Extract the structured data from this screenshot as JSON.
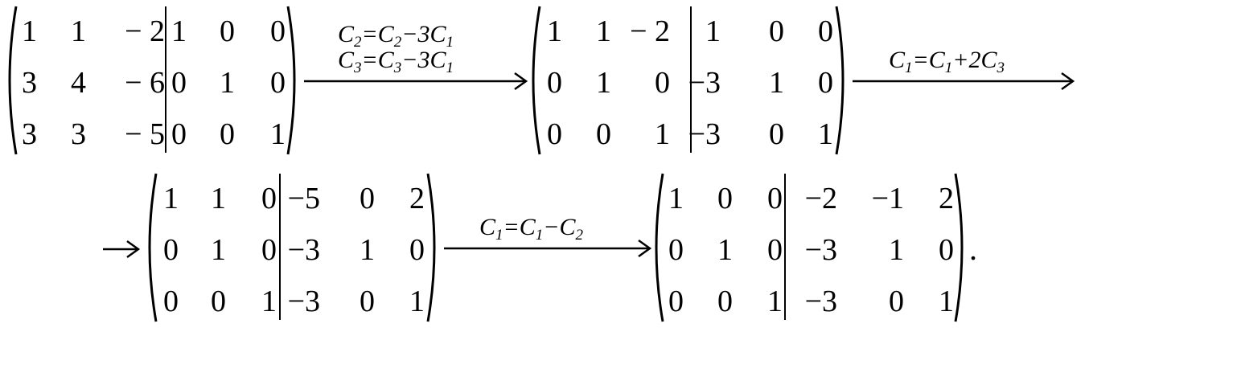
{
  "matrices": [
    {
      "rows": [
        [
          "1",
          "1",
          "− 2",
          "1",
          "0",
          "0"
        ],
        [
          "3",
          "4",
          "− 6",
          "0",
          "1",
          "0"
        ],
        [
          "3",
          "3",
          "− 5",
          "0",
          "0",
          "1"
        ]
      ]
    },
    {
      "rows": [
        [
          "1",
          "1",
          "− 2",
          "1",
          "0",
          "0"
        ],
        [
          "0",
          "1",
          "0",
          "−3",
          "1",
          "0"
        ],
        [
          "0",
          "0",
          "1",
          "−3",
          "0",
          "1"
        ]
      ]
    },
    {
      "rows": [
        [
          "1",
          "1",
          "0",
          "−5",
          "0",
          "2"
        ],
        [
          "0",
          "1",
          "0",
          "−3",
          "1",
          "0"
        ],
        [
          "0",
          "0",
          "1",
          "−3",
          "0",
          "1"
        ]
      ]
    },
    {
      "rows": [
        [
          "1",
          "0",
          "0",
          "−2",
          "−1",
          "2"
        ],
        [
          "0",
          "1",
          "0",
          "−3",
          "1",
          "0"
        ],
        [
          "0",
          "0",
          "1",
          "−3",
          "0",
          "1"
        ]
      ]
    }
  ],
  "operations": {
    "op1": {
      "var": "C",
      "line1": {
        "t": "2",
        "a": "C",
        "as": "2",
        "sign": "−",
        "coef": "3",
        "b": "C",
        "bs": "1"
      },
      "line2": {
        "t": "3",
        "a": "C",
        "as": "3",
        "sign": "−",
        "coef": "3",
        "b": "C",
        "bs": "1"
      }
    },
    "op2": {
      "t": "1",
      "a": "C",
      "as": "1",
      "sign": "+",
      "coef": "2",
      "b": "C",
      "bs": "3"
    },
    "op3": {
      "t": "1",
      "a": "C",
      "as": "1",
      "sign": "−",
      "coef": "",
      "b": "C",
      "bs": "2"
    }
  },
  "punctuation": {
    "end": "."
  }
}
